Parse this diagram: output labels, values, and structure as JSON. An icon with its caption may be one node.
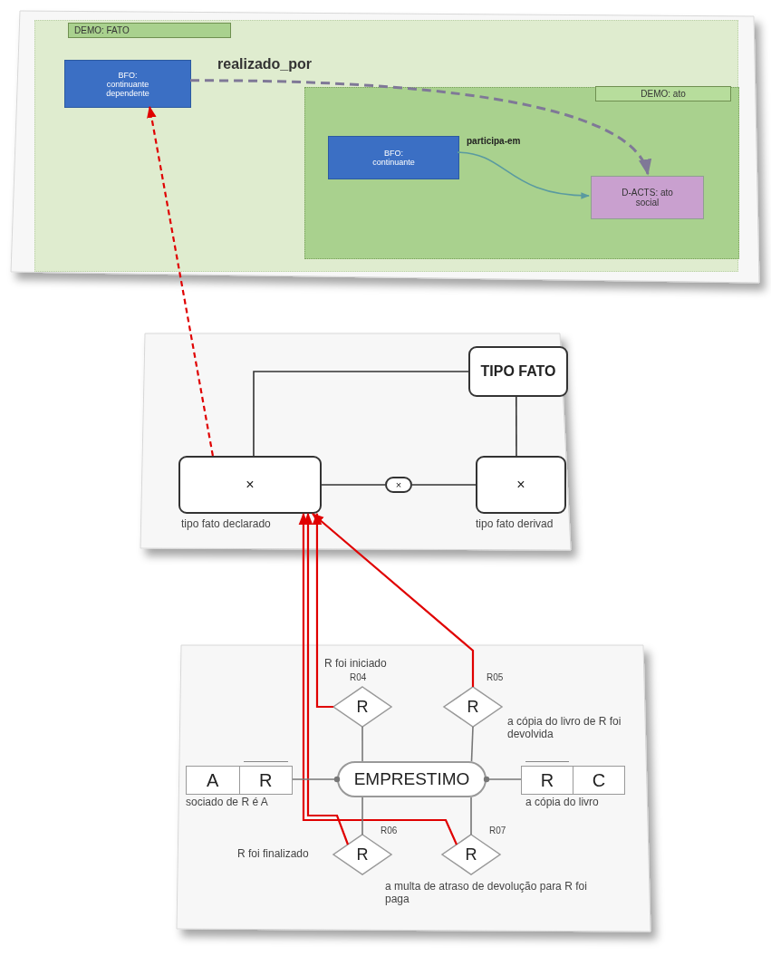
{
  "diagram": {
    "nodes": [
      {
        "text": [
          "DEMO: FATO"
        ]
      },
      {
        "text": [
          "BFO: continuante dependente"
        ],
        "in": 0
      },
      {
        "text": [
          "DEMO: ato"
        ],
        "in": 0
      },
      {
        "text": [
          "BFO: continuante"
        ],
        "in": 2
      },
      {
        "text": [
          "D-ACTS: ato social"
        ],
        "in": 2
      },
      {
        "text": [
          "TIPO FATO"
        ]
      },
      {
        "text": [
          "×"
        ],
        "beside": [
          "tipo fato declarado"
        ]
      },
      {
        "text": [
          "×"
        ],
        "beside": [
          "tipo fato derivad"
        ]
      },
      {
        "text": [
          "×"
        ]
      },
      {
        "text": [
          "R"
        ],
        "beside": [
          "R foi iniciado",
          "R04"
        ]
      },
      {
        "text": [
          "R"
        ],
        "beside": [
          "R05",
          "a cópia do livro de R foi devolvida"
        ]
      },
      {
        "text": [
          "EMPRESTIMO"
        ]
      },
      {
        "text": [
          "A",
          "R"
        ],
        "beside": [
          "sociado de R é A"
        ]
      },
      {
        "text": [
          "R",
          "C"
        ],
        "beside": [
          "a cópia do livro"
        ]
      },
      {
        "text": [
          "R"
        ],
        "beside": [
          "R06",
          "R foi finalizado"
        ]
      },
      {
        "text": [
          "R"
        ],
        "beside": [
          "R07",
          "a multa de atraso de devolução para R foi paga"
        ]
      }
    ],
    "edges": [
      {
        "from": 1,
        "to": 4,
        "arrow": "to",
        "label": "realizado_por",
        "style": "dashed",
        "color": "#7f7897"
      },
      {
        "from": 3,
        "to": 4,
        "arrow": "to",
        "label": "participa-em",
        "color": "#5a9aa0"
      },
      {
        "from": 5,
        "to": 6,
        "arrow": "none",
        "color": "#333333"
      },
      {
        "from": 5,
        "to": 7,
        "arrow": "none",
        "color": "#333333"
      },
      {
        "from": 6,
        "to": 8,
        "arrow": "none",
        "color": "#333333"
      },
      {
        "from": 8,
        "to": 7,
        "arrow": "none",
        "color": "#333333"
      },
      {
        "from": 6,
        "to": 1,
        "arrow": "to",
        "style": "dashed",
        "color": "#e00000"
      },
      {
        "from": 9,
        "to": 6,
        "arrow": "to",
        "color": "#e00000"
      },
      {
        "from": 10,
        "to": 6,
        "arrow": "to",
        "color": "#e00000"
      },
      {
        "from": 14,
        "to": 6,
        "arrow": "to",
        "color": "#e00000"
      },
      {
        "from": 15,
        "to": 6,
        "arrow": "to",
        "color": "#e00000"
      },
      {
        "from": 11,
        "to": 9,
        "arrow": "none",
        "color": "#777777"
      },
      {
        "from": 11,
        "to": 10,
        "arrow": "none",
        "color": "#777777"
      },
      {
        "from": 12,
        "to": 11,
        "arrow": "other",
        "color": "#777777"
      },
      {
        "from": 13,
        "to": 11,
        "arrow": "other",
        "color": "#777777"
      },
      {
        "from": 11,
        "to": 14,
        "arrow": "none",
        "color": "#777777"
      },
      {
        "from": 11,
        "to": 15,
        "arrow": "none",
        "color": "#777777"
      }
    ]
  }
}
